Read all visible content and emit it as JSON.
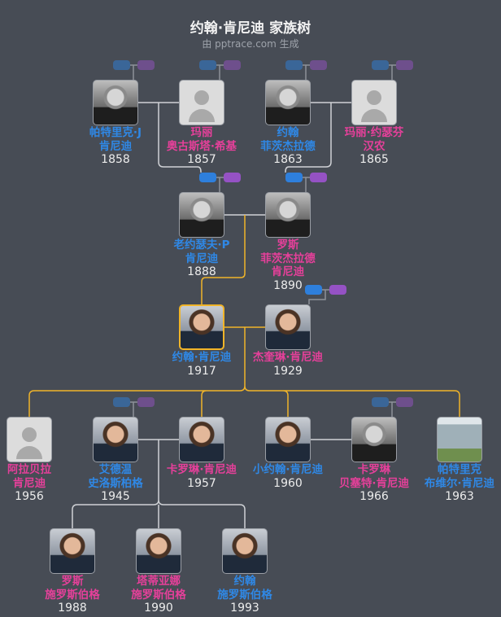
{
  "header": {
    "title": "约翰·肯尼迪 家族树",
    "subtitle": "由 pptrace.com 生成"
  },
  "colors": {
    "background": "#474c55",
    "male": "#2f88e6",
    "female": "#e5409a",
    "focus_line": "#f0b429",
    "line": "#b9bcc2"
  },
  "people": [
    {
      "id": "patrick_j",
      "name": [
        "帕特里克·J",
        "肯尼迪"
      ],
      "year": "1858",
      "gender": "male",
      "photo": "portrait-bw"
    },
    {
      "id": "mary_hickey",
      "name": [
        "玛丽",
        "奥古斯塔·希基"
      ],
      "year": "1857",
      "gender": "female",
      "photo": "placeholder"
    },
    {
      "id": "john_f",
      "name": [
        "约翰",
        "菲茨杰拉德"
      ],
      "year": "1863",
      "gender": "male",
      "photo": "portrait-bw"
    },
    {
      "id": "mary_josephine",
      "name": [
        "玛丽·约瑟芬",
        "汉农"
      ],
      "year": "1865",
      "gender": "female",
      "photo": "placeholder"
    },
    {
      "id": "joseph_p",
      "name": [
        "老约瑟夫·P",
        "肯尼迪"
      ],
      "year": "1888",
      "gender": "male",
      "photo": "portrait-bw"
    },
    {
      "id": "rose",
      "name": [
        "罗斯",
        "菲茨杰拉德",
        "肯尼迪"
      ],
      "year": "1890",
      "gender": "female",
      "photo": "portrait-bw"
    },
    {
      "id": "jfk",
      "name": [
        "约翰·肯尼迪"
      ],
      "year": "1917",
      "gender": "male",
      "photo": "portrait-color",
      "focus": true
    },
    {
      "id": "jackie",
      "name": [
        "杰奎琳·肯尼迪"
      ],
      "year": "1929",
      "gender": "female",
      "photo": "portrait-color"
    },
    {
      "id": "arabella",
      "name": [
        "阿拉贝拉",
        "肯尼迪"
      ],
      "year": "1956",
      "gender": "female",
      "photo": "placeholder"
    },
    {
      "id": "edwin",
      "name": [
        "艾德温",
        "史洛斯柏格"
      ],
      "year": "1945",
      "gender": "male",
      "photo": "portrait-color"
    },
    {
      "id": "caroline",
      "name": [
        "卡罗琳·肯尼迪"
      ],
      "year": "1957",
      "gender": "female",
      "photo": "portrait-color"
    },
    {
      "id": "jfk_jr",
      "name": [
        "小约翰·肯尼迪"
      ],
      "year": "1960",
      "gender": "male",
      "photo": "portrait-color"
    },
    {
      "id": "carolyn",
      "name": [
        "卡罗琳",
        "贝塞特·肯尼迪"
      ],
      "year": "1966",
      "gender": "female",
      "photo": "portrait-bw"
    },
    {
      "id": "patrick_b",
      "name": [
        "帕特里克",
        "布维尔·肯尼迪"
      ],
      "year": "1963",
      "gender": "male",
      "photo": "gravestone"
    },
    {
      "id": "rose_s",
      "name": [
        "罗斯",
        "施罗斯伯格"
      ],
      "year": "1988",
      "gender": "female",
      "photo": "portrait-color"
    },
    {
      "id": "tatiana",
      "name": [
        "塔蒂亚娜",
        "施罗斯伯格"
      ],
      "year": "1990",
      "gender": "female",
      "photo": "portrait-color"
    },
    {
      "id": "jack_s",
      "name": [
        "约翰",
        "施罗斯伯格"
      ],
      "year": "1993",
      "gender": "male",
      "photo": "portrait-color"
    }
  ]
}
